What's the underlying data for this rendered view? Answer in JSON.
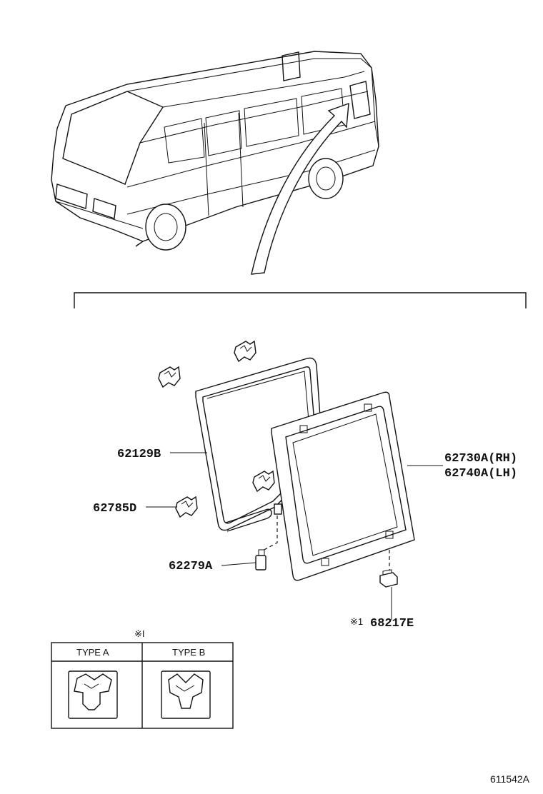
{
  "callouts": {
    "retainer_frame": "62129B",
    "glass_rh": "62730A(RH)",
    "glass_lh": "62740A(LH)",
    "clip_d": "62785D",
    "clip_a": "62279A",
    "clip_e_mark": "※1",
    "clip_e": "68217E"
  },
  "type_table": {
    "mark": "※I",
    "col_a": "TYPE A",
    "col_b": "TYPE B"
  },
  "diagram_id": "611542A"
}
